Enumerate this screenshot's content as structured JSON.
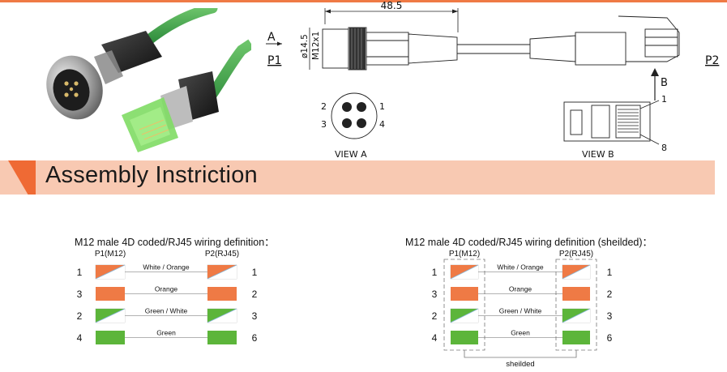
{
  "colors": {
    "accent": "#ef6a34",
    "banner_bg": "#f8c9b2",
    "wire_orange": "#ef7a45",
    "wire_green": "#5cb53a",
    "cable_green": "#3fa14a"
  },
  "drawing": {
    "dimension_length": "48.5",
    "dimension_diameter": "ø14.5",
    "thread": "M12x1",
    "view_a_marker": "A",
    "view_b_marker": "B",
    "port_p1": "P1",
    "port_p2": "P2",
    "view_a_label": "VIEW  A",
    "view_b_label": "VIEW  B",
    "pins": [
      "2",
      "1",
      "3",
      "4"
    ],
    "rj45_pin_first": "1",
    "rj45_pin_last": "8"
  },
  "section": {
    "title": "Assembly Instriction"
  },
  "wiring_standard": {
    "title": "M12 male 4D coded/RJ45 wiring definition：",
    "col_left": "P1(M12)",
    "col_right": "P2(RJ45)",
    "rows": [
      {
        "left_pin": "1",
        "wire": "White / Orange",
        "right_pin": "1"
      },
      {
        "left_pin": "3",
        "wire": "Orange",
        "right_pin": "2"
      },
      {
        "left_pin": "2",
        "wire": "Green / White",
        "right_pin": "3"
      },
      {
        "left_pin": "4",
        "wire": "Green",
        "right_pin": "6"
      }
    ]
  },
  "wiring_shielded": {
    "title": "M12 male 4D coded/RJ45 wiring definition (sheilded)：",
    "col_left": "P1(M12)",
    "col_right": "P2(RJ45)",
    "rows": [
      {
        "left_pin": "1",
        "wire": "White / Orange",
        "right_pin": "1"
      },
      {
        "left_pin": "3",
        "wire": "Orange",
        "right_pin": "2"
      },
      {
        "left_pin": "2",
        "wire": "Green / White",
        "right_pin": "3"
      },
      {
        "left_pin": "4",
        "wire": "Green",
        "right_pin": "6"
      }
    ],
    "shield_label": "sheilded"
  }
}
